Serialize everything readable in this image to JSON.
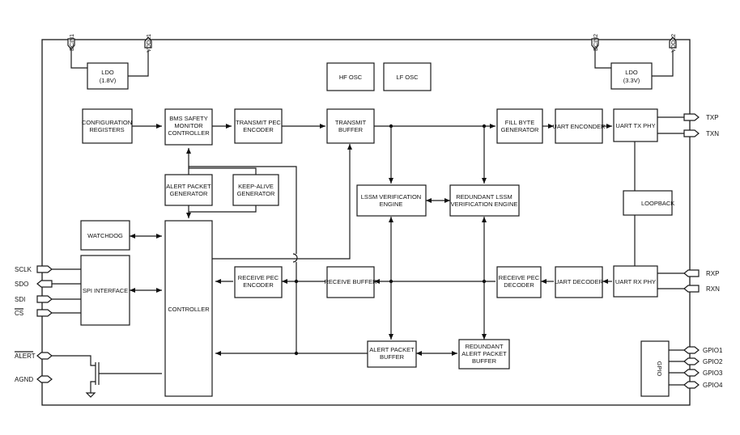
{
  "blocks": {
    "ldo1": [
      "LDO",
      "(1.8V)"
    ],
    "ldo2": [
      "LDO",
      "(3.3V)"
    ],
    "hf_osc": [
      "HF OSC"
    ],
    "lf_osc": [
      "LF OSC"
    ],
    "config_registers": [
      "CONFIGURATION",
      "REGISTERS"
    ],
    "bms_safety": [
      "BMS SAFETY",
      "MONITOR",
      "CONTROLLER"
    ],
    "transmit_pec": [
      "TRANSMIT PEC",
      "ENCODER"
    ],
    "transmit_buffer": [
      "TRANSMIT",
      "BUFFER"
    ],
    "fill_byte": [
      "FILL BYTE",
      "GENERATOR"
    ],
    "uart_encoder": [
      "UART ENCONDER"
    ],
    "uart_tx_phy": [
      "UART TX PHY"
    ],
    "alert_packet_gen": [
      "ALERT PACKET",
      "GENERATOR"
    ],
    "keep_alive": [
      "KEEP-ALIVE",
      "GENERATOR"
    ],
    "lssm": [
      "LSSM VERIFICATION",
      "ENGINE"
    ],
    "redundant_lssm": [
      "REDUNDANT LSSM",
      "VERIFICATION ENGINE"
    ],
    "loopback": [
      "LOOPBACK"
    ],
    "watchdog": [
      "WATCHDOG"
    ],
    "spi_interface": [
      "SPI INTERFACE"
    ],
    "controller": [
      "CONTROLLER"
    ],
    "receive_pec": [
      "RECEIVE PEC",
      "ENCODER"
    ],
    "receive_buffer": [
      "RECEIVE BUFFER"
    ],
    "receive_pec_decoder": [
      "RECEIVE PEC",
      "DECODER"
    ],
    "uart_decoder": [
      "UART DECODER"
    ],
    "uart_rx_phy": [
      "UART RX PHY"
    ],
    "alert_packet_buffer": [
      "ALERT PACKET",
      "BUFFER"
    ],
    "redundant_alert_buffer": [
      "REDUNDANT",
      "ALERT PACKET",
      "BUFFER"
    ],
    "gpio_block": [
      "GPIO"
    ]
  },
  "pins": {
    "top": [
      "DCIN1",
      "VDDL1",
      "DCIN2",
      "VDDL2"
    ],
    "left": [
      "SCLK",
      "SDO",
      "SDI",
      "CS",
      "ALERT",
      "AGND"
    ],
    "right": [
      "TXP",
      "TXN",
      "RXP",
      "RXN",
      "GPIO1",
      "GPIO2",
      "GPIO3",
      "GPIO4"
    ]
  }
}
